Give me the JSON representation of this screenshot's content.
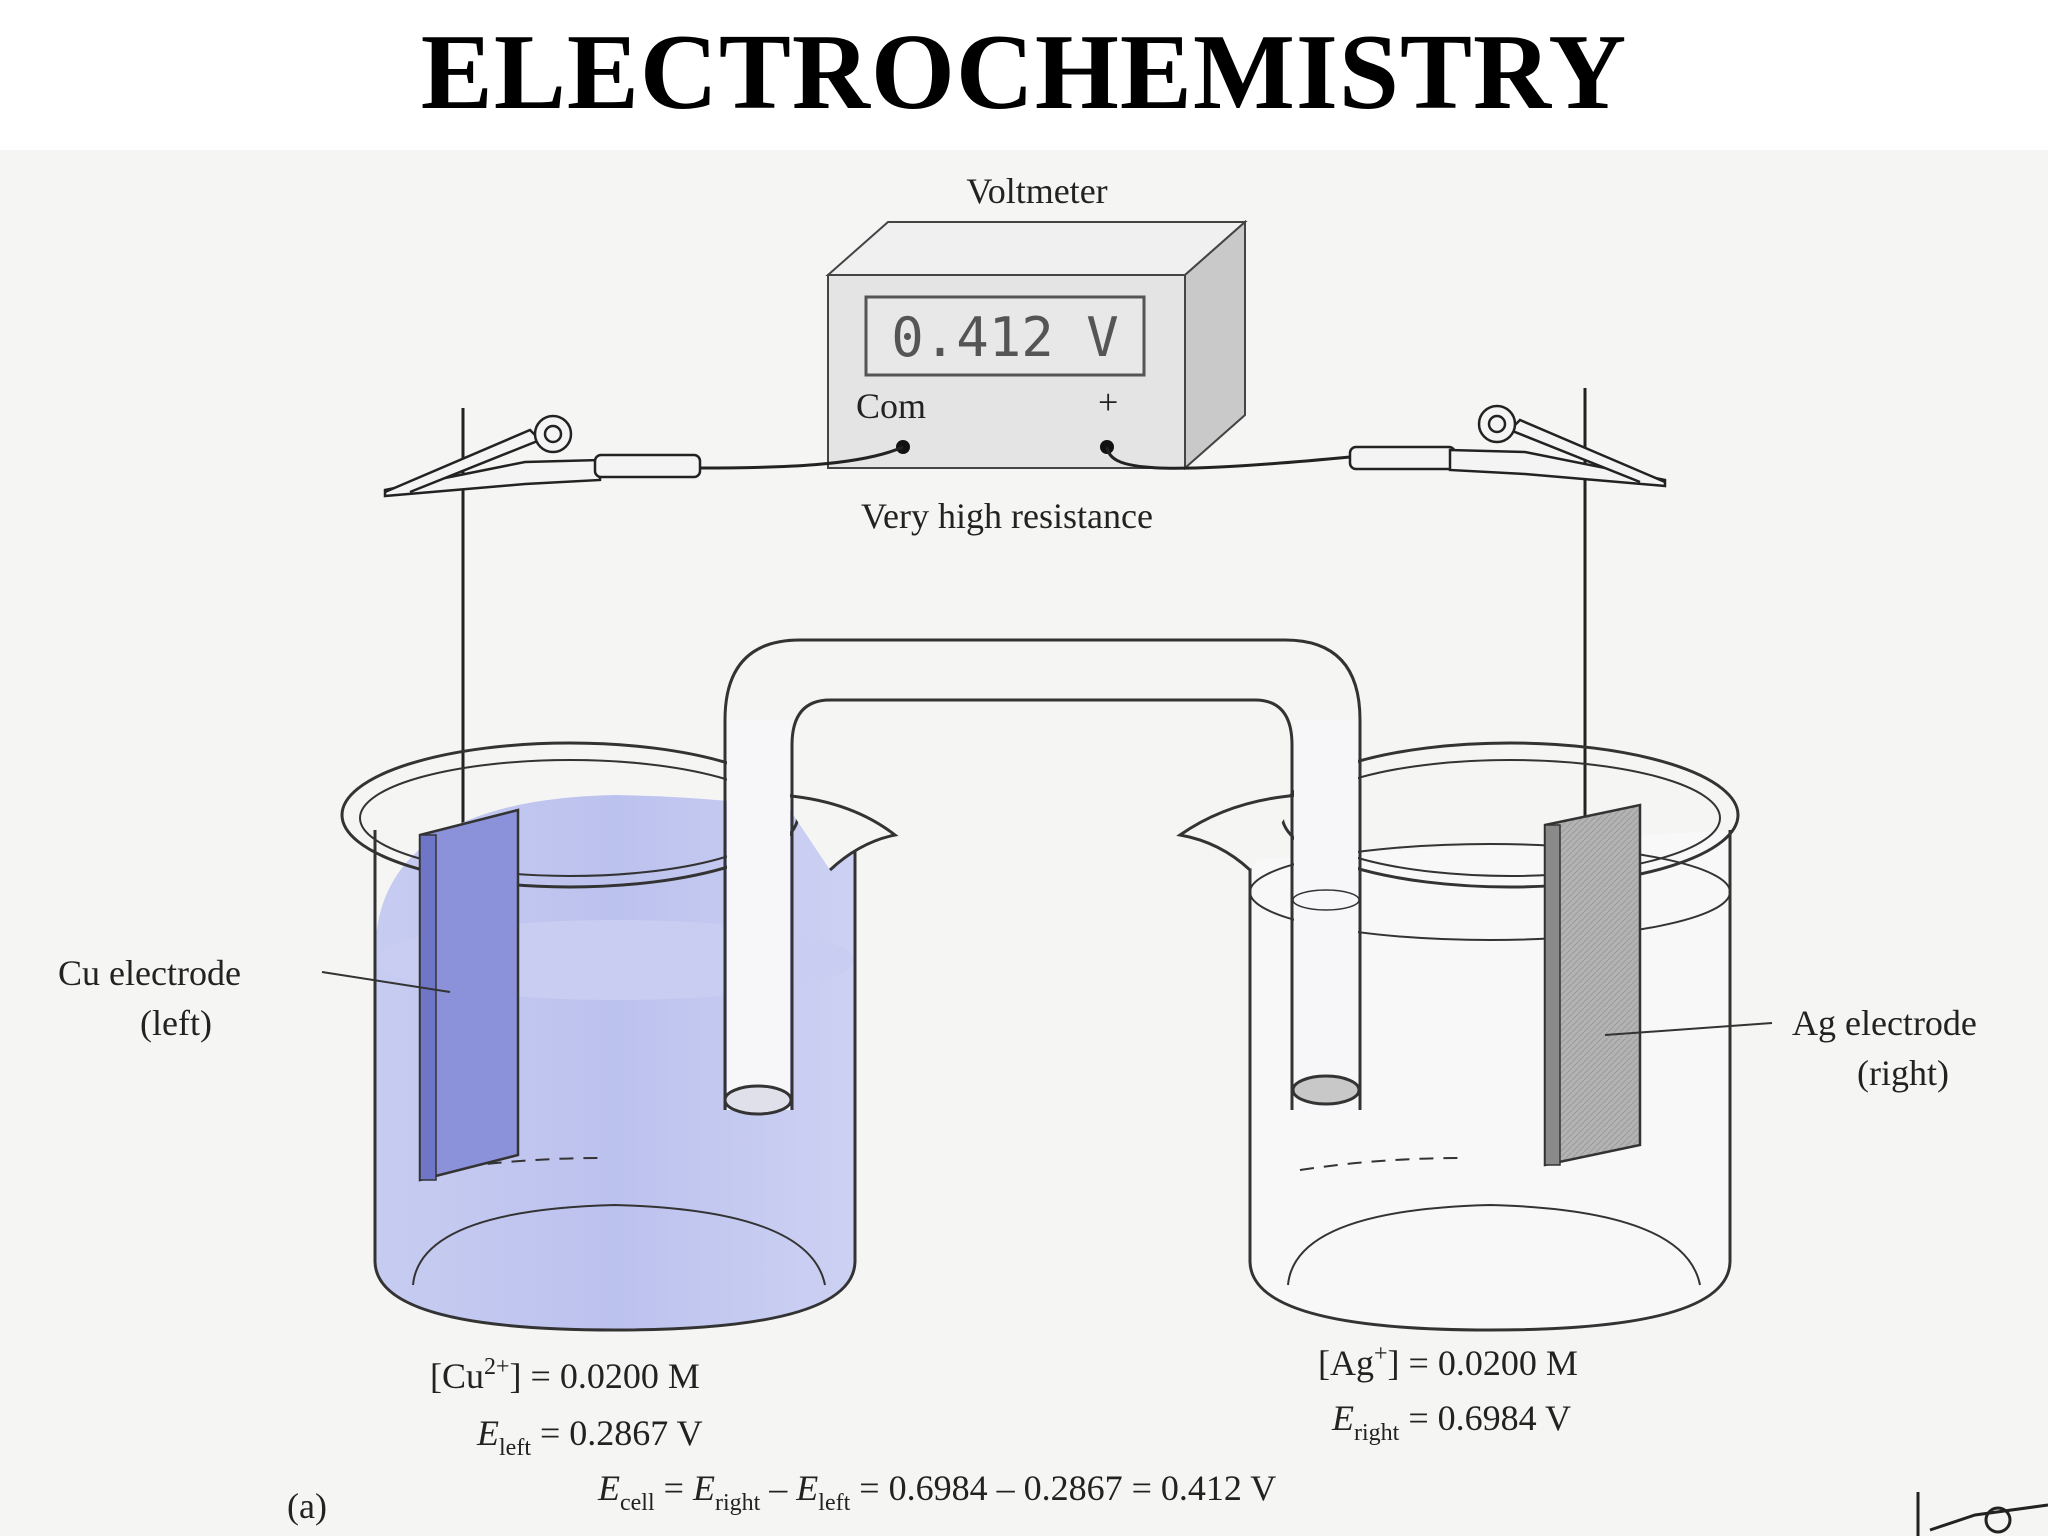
{
  "slide": {
    "title": "ELECTROCHEMISTRY"
  },
  "voltmeter": {
    "label": "Voltmeter",
    "display": "0.412 V",
    "com_label": "Com",
    "plus_label": "+",
    "note": "Very high resistance"
  },
  "left_electrode": {
    "line1": "Cu electrode",
    "line2": "(left)"
  },
  "right_electrode": {
    "line1": "Ag electrode",
    "line2": "(right)"
  },
  "left_cell": {
    "conc_prefix": "[Cu",
    "conc_sup": "2+",
    "conc_suffix": "] = 0.0200 M",
    "e_symbol": "E",
    "e_sub": "left",
    "e_value": " = 0.2867 V"
  },
  "right_cell": {
    "conc_prefix": "[Ag",
    "conc_sup": "+",
    "conc_suffix": "] = 0.0200 M",
    "e_symbol": "E",
    "e_sub": "right",
    "e_value": " = 0.6984 V"
  },
  "equation": {
    "e1": "E",
    "s1": "cell",
    "t1": " = ",
    "e2": "E",
    "s2": "right",
    "t2": " – ",
    "e3": "E",
    "s3": "left",
    "t3": " = 0.6984 – 0.2867 = 0.412 V"
  },
  "panel_label": "(a)",
  "colors": {
    "solution_left": "#b9bfec",
    "solution_right": "#f3f3f3",
    "glass_line": "#333333",
    "electrode_cu": "#7f86d6",
    "electrode_ag": "#a9a9a9",
    "lcd_bg": "#e6e6e6"
  }
}
